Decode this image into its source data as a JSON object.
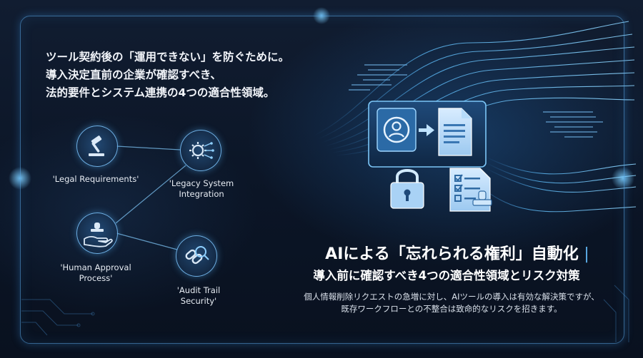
{
  "intro": {
    "lines": [
      "ツール契約後の「運用できない」を防ぐために。",
      "導入決定直前の企業が確認すべき、",
      "法的要件とシステム連携の4つの適合性領域。"
    ]
  },
  "nodes": [
    {
      "label_lines": [
        "'Legal Requirements'"
      ],
      "icon": "gavel-icon"
    },
    {
      "label_lines": [
        "'Legacy System",
        "Integration"
      ],
      "icon": "gear-circuit-icon"
    },
    {
      "label_lines": [
        "'Human Approval",
        "Process'"
      ],
      "icon": "hand-stamp-icon"
    },
    {
      "label_lines": [
        "'Audit Trail",
        "Security'"
      ],
      "icon": "chain-magnifier-icon"
    }
  ],
  "hero_icons": [
    "user-profile-icon",
    "arrow-right-icon",
    "document-icon",
    "padlock-icon",
    "checklist-stamp-icon"
  ],
  "headline": {
    "title": "AIによる「忘れられる権利」自動化",
    "title_bar": "|",
    "subtitle": "導入前に確認すべき4つの適合性領域とリスク対策"
  },
  "description": {
    "lines": [
      "個人情報削除リクエストの急増に対し、AIツールの導入は有効な解決策ですが、",
      "既存ワークフローとの不整合は致命的なリスクを招きます。"
    ]
  },
  "colors": {
    "accent": "#5fb4f0",
    "background": "#0b1424",
    "glow": "#4aa8ee"
  }
}
